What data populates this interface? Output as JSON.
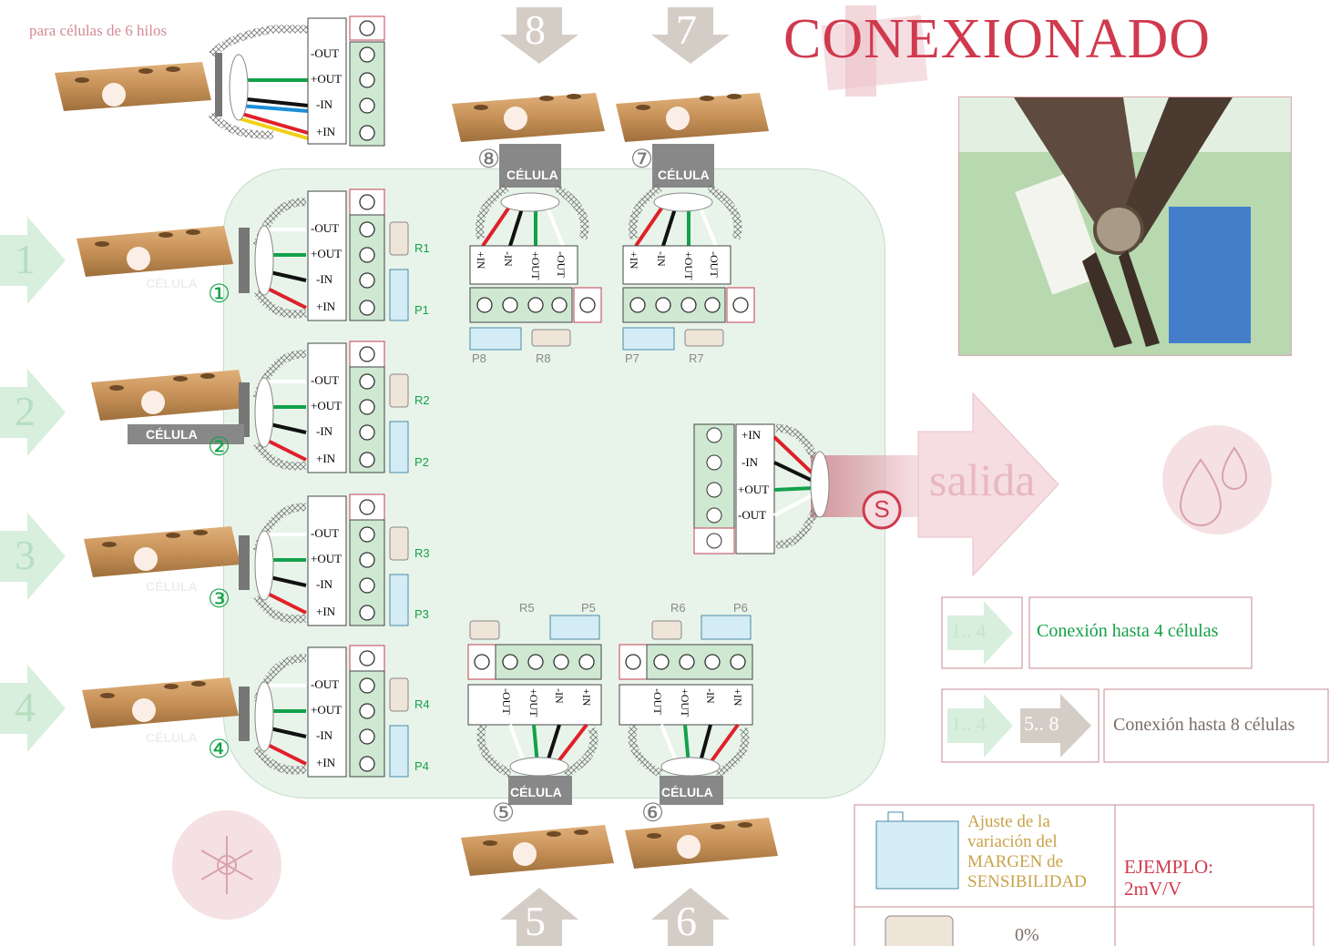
{
  "title": "CONEXIONADO",
  "subtitle": "para células de 6 hilos",
  "output_label": "salida",
  "output_badge": "S",
  "cell_word": "CÉLULA",
  "cell_numbers": [
    "1",
    "2",
    "3",
    "4",
    "5",
    "6",
    "7",
    "8"
  ],
  "circled_numbers": [
    "①",
    "②",
    "③",
    "④",
    "⑤",
    "⑥",
    "⑦",
    "⑧"
  ],
  "terminal_labels": [
    "-OUT",
    "+OUT",
    "-IN",
    "+IN"
  ],
  "output_terminals": [
    "+IN",
    "-IN",
    "+OUT",
    "-OUT"
  ],
  "resistors": [
    "R1",
    "R2",
    "R3",
    "R4",
    "R5",
    "R6",
    "R7",
    "R8"
  ],
  "pots": [
    "P1",
    "P2",
    "P3",
    "P4",
    "P5",
    "P6",
    "P7",
    "P8"
  ],
  "legend": {
    "range1": "1.. 4",
    "range2": "5.. 8",
    "text1": "Conexión hasta 4 células",
    "text2": "Conexión hasta 8 células"
  },
  "info": {
    "adjust": [
      "Ajuste de la",
      "variación del",
      "MARGEN de",
      "SENSIBILIDAD"
    ],
    "example": [
      "EJEMPLO:",
      "2mV/V"
    ],
    "pct": "0%"
  },
  "colors": {
    "accent": "#d03a4e",
    "green": "#15a048",
    "wire_red": "#e0202a",
    "wire_black": "#111111",
    "wire_green": "#13a14a",
    "wire_blue": "#1b8fd8",
    "wire_yellow": "#f2cf12",
    "terminal": "#cfe8d2",
    "pot": "#d4ecf6",
    "arrow_gray": "#d4cdc6",
    "arrow_green": "#d8efdd"
  }
}
